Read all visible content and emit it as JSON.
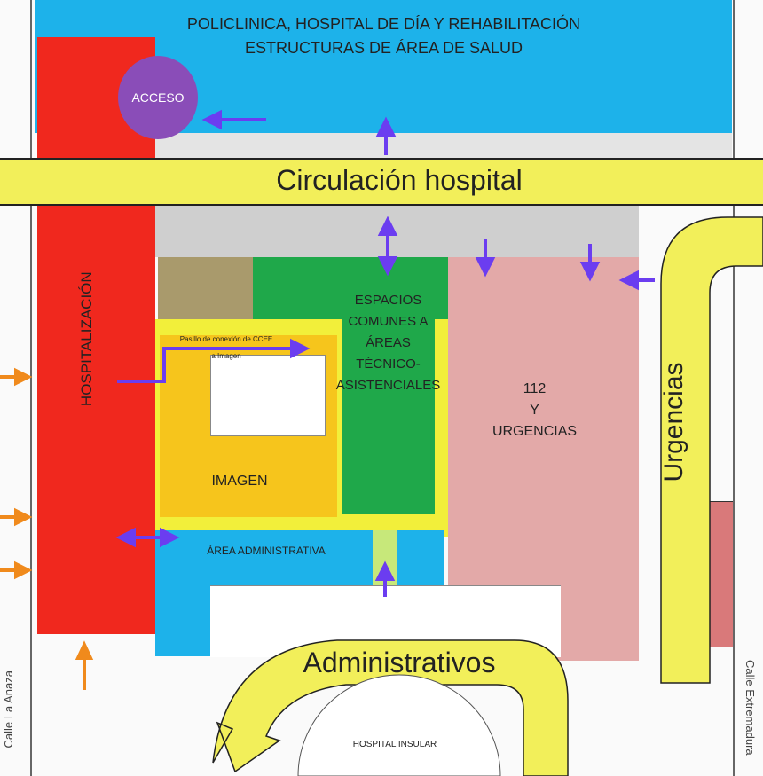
{
  "title_block": {
    "line1": "POLICLINICA, HOSPITAL DE DÍA Y REHABILITACIÓN",
    "line2": "ESTRUCTURAS DE ÁREA DE SALUD"
  },
  "access": "ACCESO",
  "circulation": "Circulación hospital",
  "hospitalizacion": "HOSPITALIZACIÓN",
  "pasillo": {
    "line1": "Pasillo de conexión de CCEE",
    "line2": "a Imagen"
  },
  "espacios": [
    "ESPACIOS",
    "COMUNES A",
    "ÁREAS",
    "TÉCNICO-",
    "ASISTENCIALES"
  ],
  "urgencias_block": [
    "112",
    "Y",
    "URGENCIAS"
  ],
  "imagen": "IMAGEN",
  "area_admin": "ÁREA ADMINISTRATIVA",
  "urgencias_route": "Urgencias",
  "administrativos_route": "Administrativos",
  "hospital_insular": "HOSPITAL INSULAR",
  "street_left": "Calle La Anaza",
  "street_right": "Calle Extremadura",
  "colors": {
    "blue": "#1db2ea",
    "red": "#f0281e",
    "purple": "#8a4db8",
    "yellow": "#f2ef5a",
    "orange_yellow": "#f6c51c",
    "green": "#1fa84a",
    "pink": "#e3a9a8",
    "brown": "#a99a6c",
    "arrow_purple": "#6b3df0",
    "arrow_orange": "#f08a1c"
  }
}
